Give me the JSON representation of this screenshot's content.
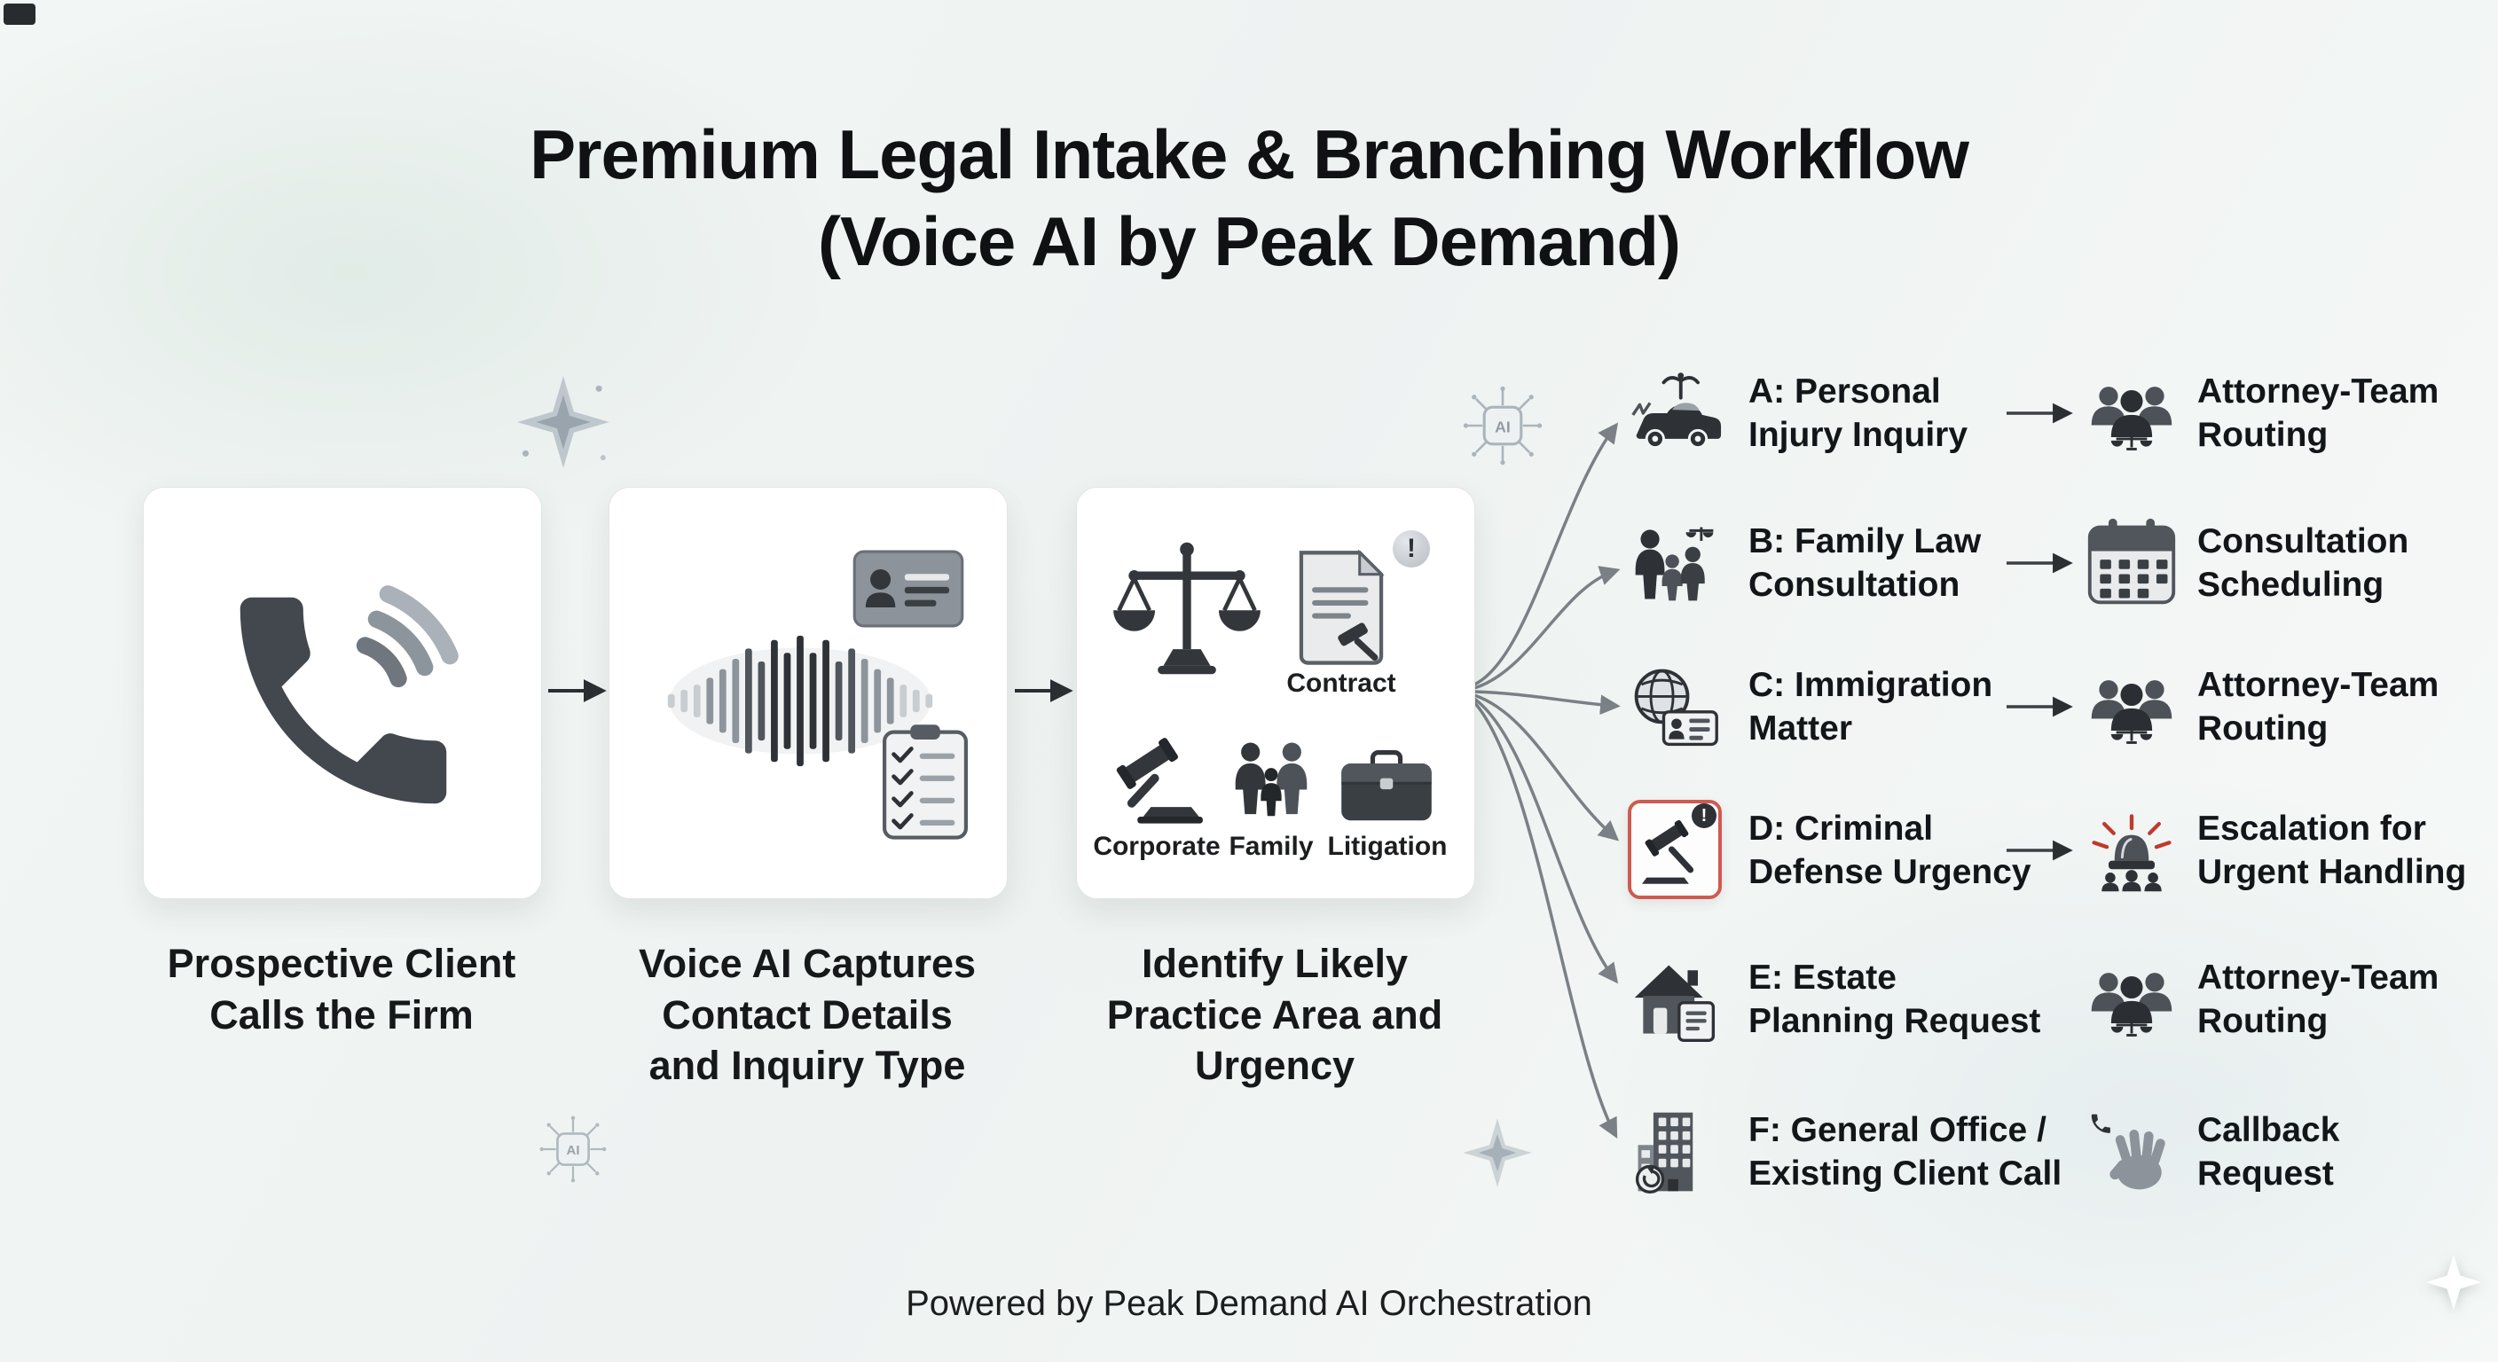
{
  "title": {
    "line1": "Premium Legal Intake & Branching Workflow",
    "line2": "(Voice AI by Peak Demand)"
  },
  "steps": [
    {
      "name": "prospective-client-calls-the-firm",
      "icon": "phone-handset-with-waves",
      "lines": [
        "Prospective Client",
        "Calls the Firm"
      ]
    },
    {
      "name": "voice-ai-captures-details",
      "icon": "voice-waveform-with-id-card-and-checklist",
      "lines": [
        "Voice AI Captures",
        "Contact Details",
        "and Inquiry Type"
      ]
    },
    {
      "name": "identify-practice-area-urgency",
      "icon": "scales-contract-gavel-family-briefcase",
      "lines": [
        "Identify Likely",
        "Practice Area and",
        "Urgency"
      ],
      "items": [
        "Contract",
        "Corporate",
        "Family",
        "Litigation"
      ]
    }
  ],
  "branches": [
    {
      "key": "A",
      "label": [
        "A: Personal",
        "Injury Inquiry"
      ],
      "icon": "personal-injury-car-caduceus",
      "result": [
        "Attorney-Team",
        "Routing"
      ],
      "result_icon": "attorney-team"
    },
    {
      "key": "B",
      "label": [
        "B: Family Law",
        "Consultation"
      ],
      "icon": "family-with-scales",
      "result": [
        "Consultation",
        "Scheduling"
      ],
      "result_icon": "calendar"
    },
    {
      "key": "C",
      "label": [
        "C: Immigration",
        "Matter"
      ],
      "icon": "globe-with-id-card",
      "result": [
        "Attorney-Team",
        "Routing"
      ],
      "result_icon": "attorney-team"
    },
    {
      "key": "D",
      "label": [
        "D: Criminal",
        "Defense Urgency"
      ],
      "icon": "gavel-alert-red-box",
      "result": [
        "Escalation for",
        "Urgent Handling"
      ],
      "result_icon": "siren-escalation"
    },
    {
      "key": "E",
      "label": [
        "E: Estate",
        "Planning Request"
      ],
      "icon": "house-with-document",
      "result": [
        "Attorney-Team",
        "Routing"
      ],
      "result_icon": "attorney-team"
    },
    {
      "key": "F",
      "label": [
        "F: General Office /",
        "Existing Client Call"
      ],
      "icon": "office-building-return",
      "result": [
        "Callback",
        "Request"
      ],
      "result_icon": "hand-with-phone"
    }
  ],
  "glyphs": {
    "ai": "AI",
    "alert": "!"
  },
  "footer": {
    "text": "Powered by Peak Demand AI Orchestration"
  },
  "colors": {
    "ink": "#16181a",
    "card_bg": "#ffffff",
    "arrow_dark": "#2c2f32",
    "arrow_gray": "#7a8085",
    "alert_red": "#cf5a50",
    "siren_red": "#c0392b",
    "background": "#f2f6f4"
  }
}
